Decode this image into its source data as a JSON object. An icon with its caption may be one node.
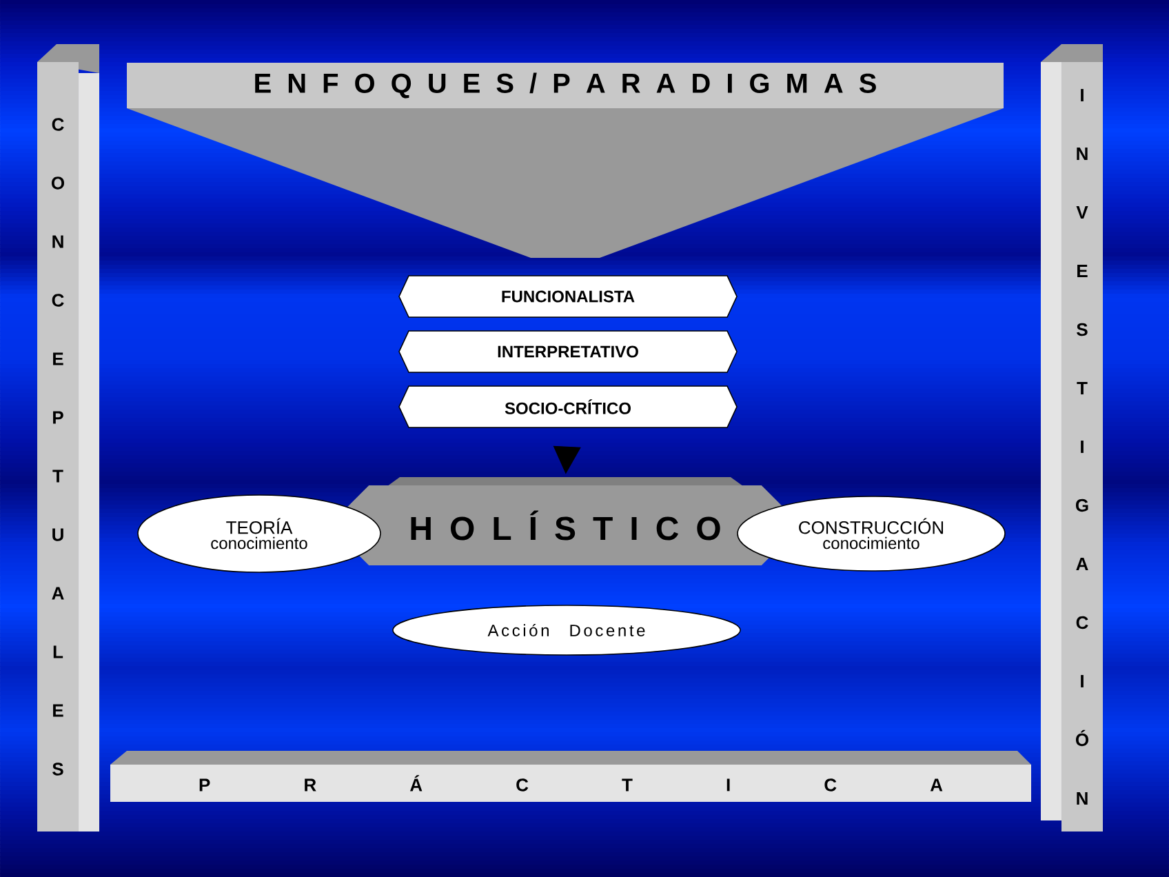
{
  "diagram": {
    "nodes": [
      {
        "text": [
          "E N F O Q U E S / P A R A D I G M A S"
        ]
      },
      {
        "text": [
          "FUNCIONALISTA"
        ]
      },
      {
        "text": [
          "INTERPRETATIVO"
        ]
      },
      {
        "text": [
          "SOCIO-CRÍTICO"
        ]
      },
      {
        "text": [
          "H O L Í S T I C O"
        ]
      },
      {
        "text": [
          "TEORÍA",
          "conocimiento"
        ]
      },
      {
        "text": [
          "CONSTRUCCIÓN",
          "conocimiento"
        ]
      },
      {
        "text": [
          "Acción Docente"
        ]
      },
      {
        "text": [
          "C O N C E P T U A L E S"
        ]
      },
      {
        "text": [
          "I N V E S T I G A C I Ó N"
        ]
      },
      {
        "text": [
          "P R Á C T I C A"
        ]
      }
    ],
    "edges": [
      {
        "from": 3,
        "to": 4,
        "arrow": "to"
      }
    ]
  }
}
